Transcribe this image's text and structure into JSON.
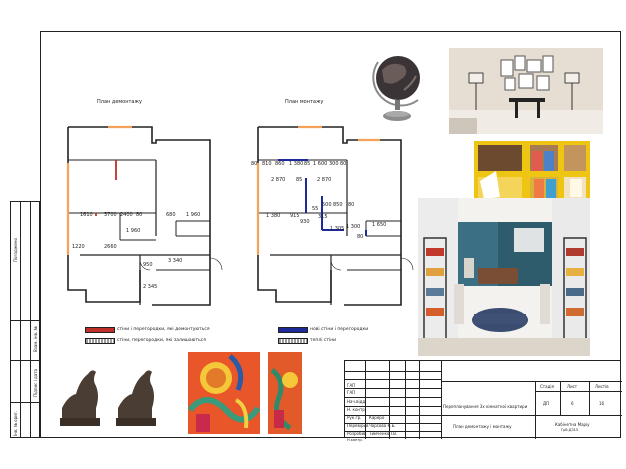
{
  "plans": {
    "left_title": "План демонтажу",
    "right_title": "План монтажу",
    "left_dims": [
      "1610",
      "3700",
      "2400",
      "80",
      "680",
      "1 960",
      "1 960",
      "1220",
      "2660",
      "3 340",
      "950",
      "2 345"
    ],
    "right_dims": [
      "80",
      "810",
      "860",
      "1 380",
      "85",
      "1 600",
      "300",
      "80",
      "2 870",
      "85",
      "2 870",
      "1 380",
      "915",
      "930",
      "55",
      "500",
      "315",
      "850",
      "1 305",
      "80",
      "1 300",
      "80",
      "1 650"
    ]
  },
  "legend": {
    "demolish_label": "стіни і перегородки, які демонтуються",
    "keep_label": "стіни, перегородки, які залишаються",
    "new_label": "нові стіни і перегородки",
    "warm_label": "теплі стіни",
    "colors": {
      "demolish": "#c0302a",
      "keep": "#9a9a9a",
      "new": "#1f2a9a",
      "warm": "#f3a25a"
    }
  },
  "stamp": {
    "rows": [
      "ГАП",
      "ГАП",
      "Нач.відд.",
      "Н. контр.",
      "Рук.гр.",
      "Перевірив",
      "Розробив",
      "Н.контр."
    ],
    "names": [
      "Кареро",
      "Чорсова К.Б.",
      "Тимченко І.В."
    ],
    "project_title": "Перепланування 3х кімнатної квартири",
    "sheet_title": "План демонтажу і монтажу",
    "head_stage": "Стадія",
    "head_sheet": "Лист",
    "head_sheets": "Листів",
    "stage": "ДП",
    "sheet_no": "6",
    "sheets_total": "16",
    "org_line1": "Кабінетна Маріу",
    "org_line2": "Грб.ДЗ15"
  },
  "margin_strip": {
    "texts": [
      "Погоджено",
      "Взам. інв. №",
      "Підпис і дата",
      "Інв. № ориг."
    ]
  },
  "icons": [
    "globe-photo",
    "interior-shelf-photo",
    "living-room-photo",
    "bookend-photo",
    "abstract-painting-photo",
    "yellow-shelf-photo"
  ]
}
